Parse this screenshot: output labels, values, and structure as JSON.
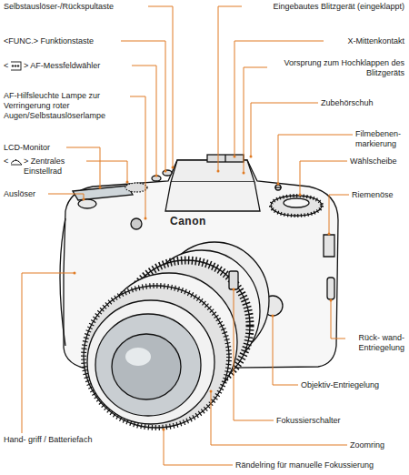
{
  "diagram": {
    "labels": [
      "Selbstauslöser-/Rückspultaste",
      "<FUNC.> Funktionstaste",
      "<",
      "> AF-Messfeldwähler",
      "AF-Hilfsleuchte Lampe zur Verringerung roter Augen/Selbstauslöserlampe",
      "LCD-Monitor",
      "<",
      "> Zentrales Einstellrad",
      "Auslöser",
      "Hand- griff / Batteriefach",
      "Eingebautes Blitzgerät (eingeklappt)",
      "X-Mittenkontakt",
      "Vorsprung zum Hochklappen des Blitzgeräts",
      "Zubehörschuh",
      "Filmebenen- markierung",
      "Wählscheibe",
      "Riemenöse",
      "Rück- wand-Entriegelung",
      "Objektiv-Entriegelung",
      "Fokussierschalter",
      "Zoomring",
      "Rändelring für manuelle Fokussierung",
      "Canon"
    ]
  }
}
